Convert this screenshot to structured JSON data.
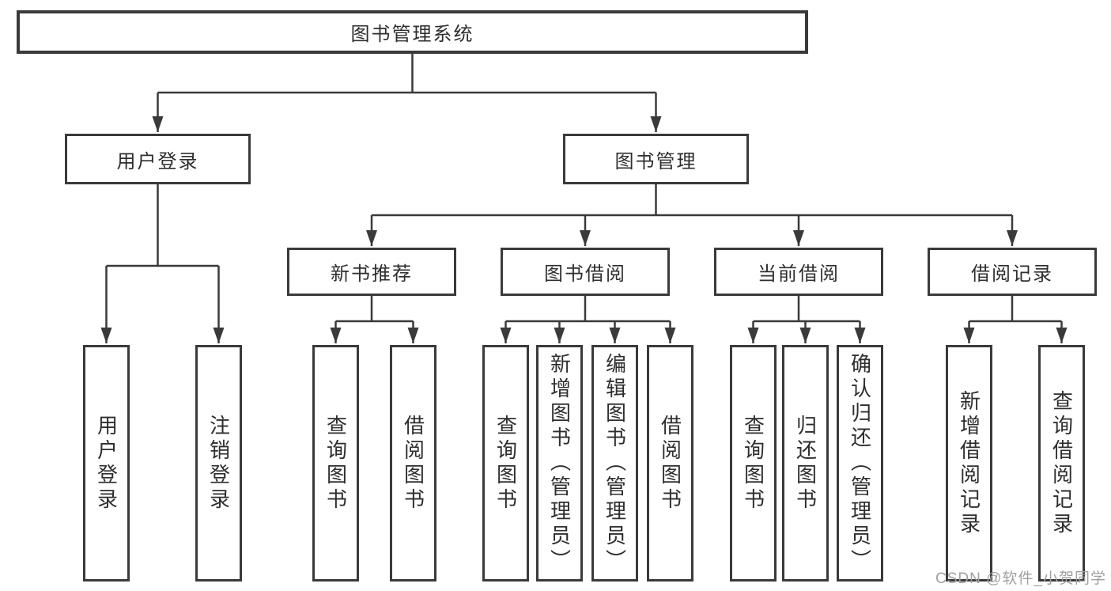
{
  "tree": {
    "root": {
      "label": "图书管理系统"
    },
    "branches": [
      {
        "label": "用户登录",
        "leaves": [
          {
            "label": "用户登录"
          },
          {
            "label": "注销登录"
          }
        ]
      },
      {
        "label": "图书管理",
        "groups": [
          {
            "label": "新书推荐",
            "leaves": [
              {
                "label": "查询图书"
              },
              {
                "label": "借阅图书"
              }
            ]
          },
          {
            "label": "图书借阅",
            "leaves": [
              {
                "label": "查询图书"
              },
              {
                "label": "新增图书（管理员）"
              },
              {
                "label": "编辑图书（管理员）"
              },
              {
                "label": "借阅图书"
              }
            ]
          },
          {
            "label": "当前借阅",
            "leaves": [
              {
                "label": "查询图书"
              },
              {
                "label": "归还图书"
              },
              {
                "label": "确认归还（管理员）"
              }
            ]
          },
          {
            "label": "借阅记录",
            "leaves": [
              {
                "label": "新增借阅记录"
              },
              {
                "label": "查询借阅记录"
              }
            ]
          }
        ]
      }
    ]
  },
  "watermark": {
    "text": "CSDN @软件_小贺同学"
  },
  "colors": {
    "line": "#3a3a3a",
    "text": "#2e2e2e",
    "watermark": "#a0a0a0",
    "background": "#ffffff"
  }
}
